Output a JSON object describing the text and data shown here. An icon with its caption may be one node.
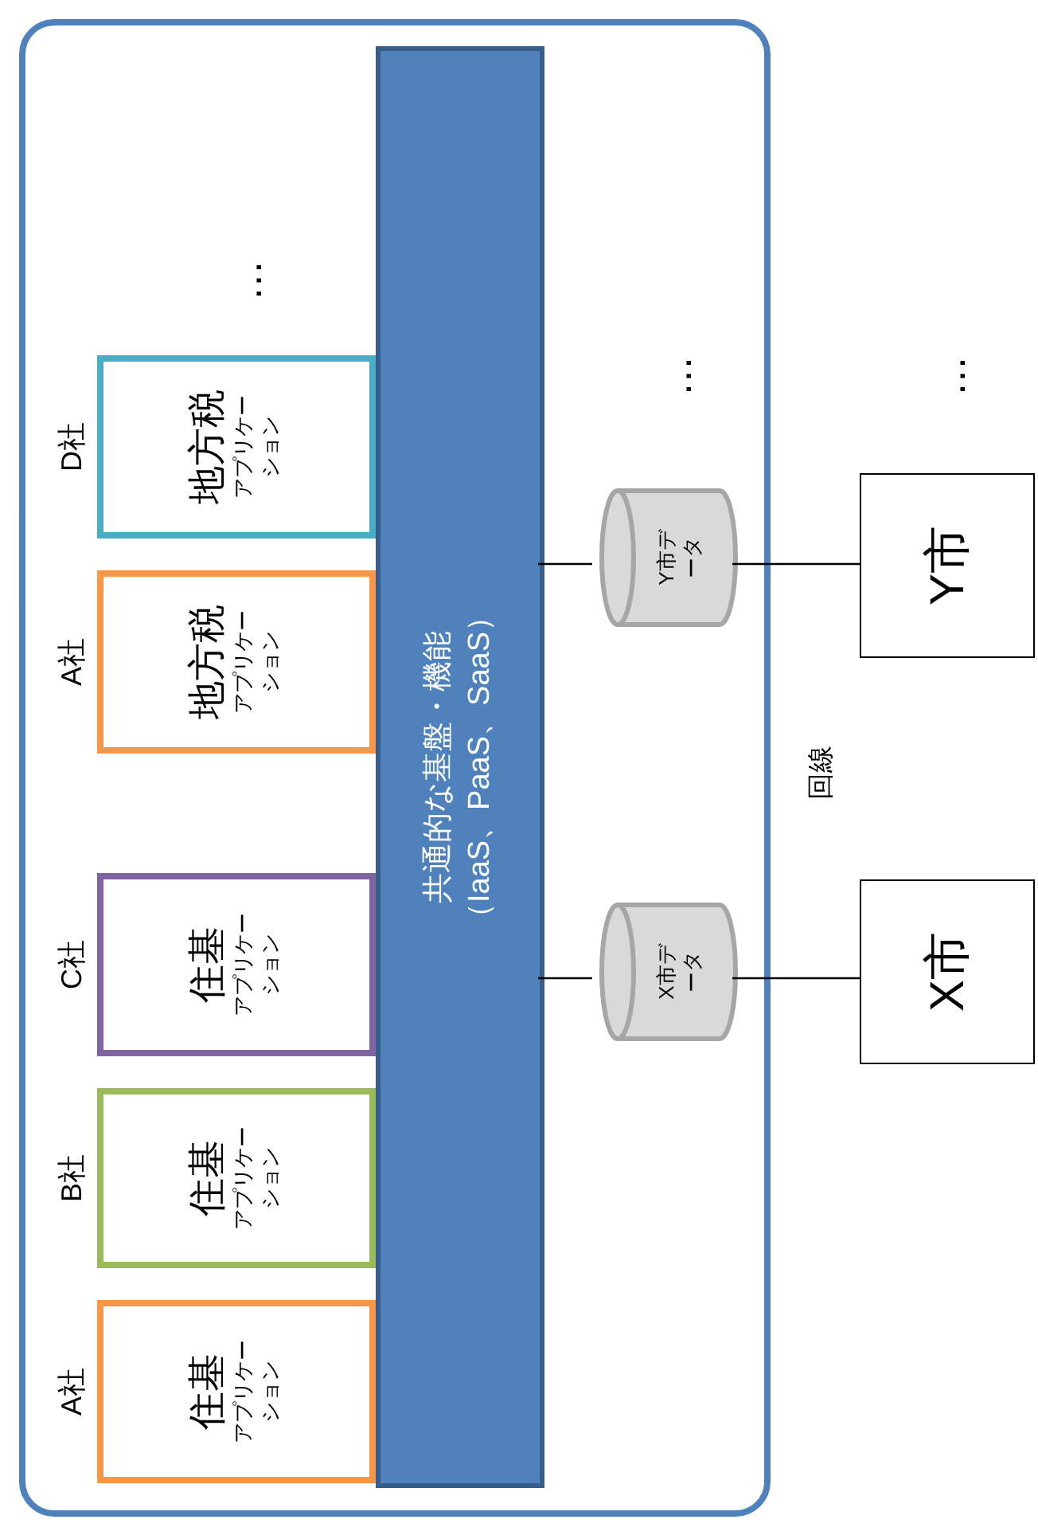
{
  "diagram": {
    "nodes": [
      {
        "text": [],
        "shape": "box"
      },
      {
        "text": [
          "共通的な基盤・機能（IaaS、PaaS、SaaS）"
        ],
        "in": 0
      },
      {
        "text": [
          "住基",
          "アプリケーション"
        ],
        "beside": [
          "A社"
        ],
        "in": 0
      },
      {
        "text": [
          "住基",
          "アプリケーション"
        ],
        "beside": [
          "B社"
        ],
        "in": 0
      },
      {
        "text": [
          "住基",
          "アプリケーション"
        ],
        "beside": [
          "C社"
        ],
        "in": 0
      },
      {
        "text": [
          "地方税",
          "アプリケーション"
        ],
        "beside": [
          "A社"
        ],
        "in": 0
      },
      {
        "text": [
          "地方税",
          "アプリケーション"
        ],
        "beside": [
          "D社"
        ],
        "in": 0
      },
      {
        "text": [
          "X市データ"
        ],
        "in": 0
      },
      {
        "text": [
          "Y市データ"
        ],
        "in": 0
      },
      {
        "text": [
          "X市"
        ]
      },
      {
        "text": [
          "Y市"
        ]
      }
    ],
    "edges": [
      {
        "from": 1,
        "to": 7,
        "arrow": "none"
      },
      {
        "from": 7,
        "to": 9,
        "arrow": "none"
      },
      {
        "from": 1,
        "to": 8,
        "arrow": "none"
      },
      {
        "from": 8,
        "to": 10,
        "arrow": "none"
      }
    ],
    "labels": [
      "…",
      "回線",
      "…",
      "…"
    ]
  }
}
